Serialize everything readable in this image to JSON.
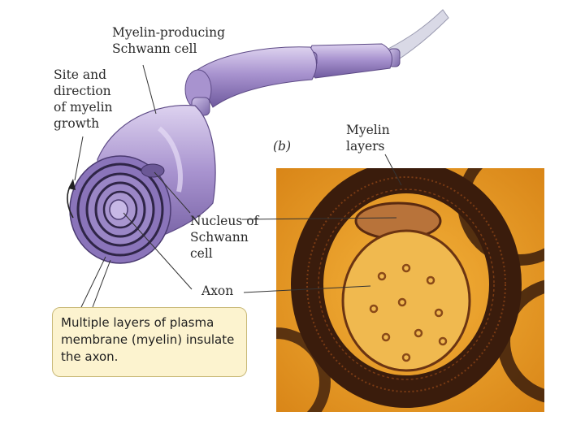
{
  "labels": {
    "schwann_cell": "Myelin-producing\nSchwann cell",
    "site_direction": "Site and\ndirection\nof myelin\ngrowth",
    "panel_b": "(b)",
    "myelin_layers": "Myelin\nlayers",
    "nucleus": "Nucleus of\nSchwann\ncell",
    "axon": "Axon"
  },
  "callout": {
    "text": "Multiple layers of plasma\nmembrane (myelin) insulate\nthe axon."
  },
  "colors": {
    "schwann_purple": "#9b86c4",
    "micrograph_orange": "#e79a26",
    "myelin_dark": "#3a1c0c",
    "callout_fill": "#fcf3cf"
  }
}
